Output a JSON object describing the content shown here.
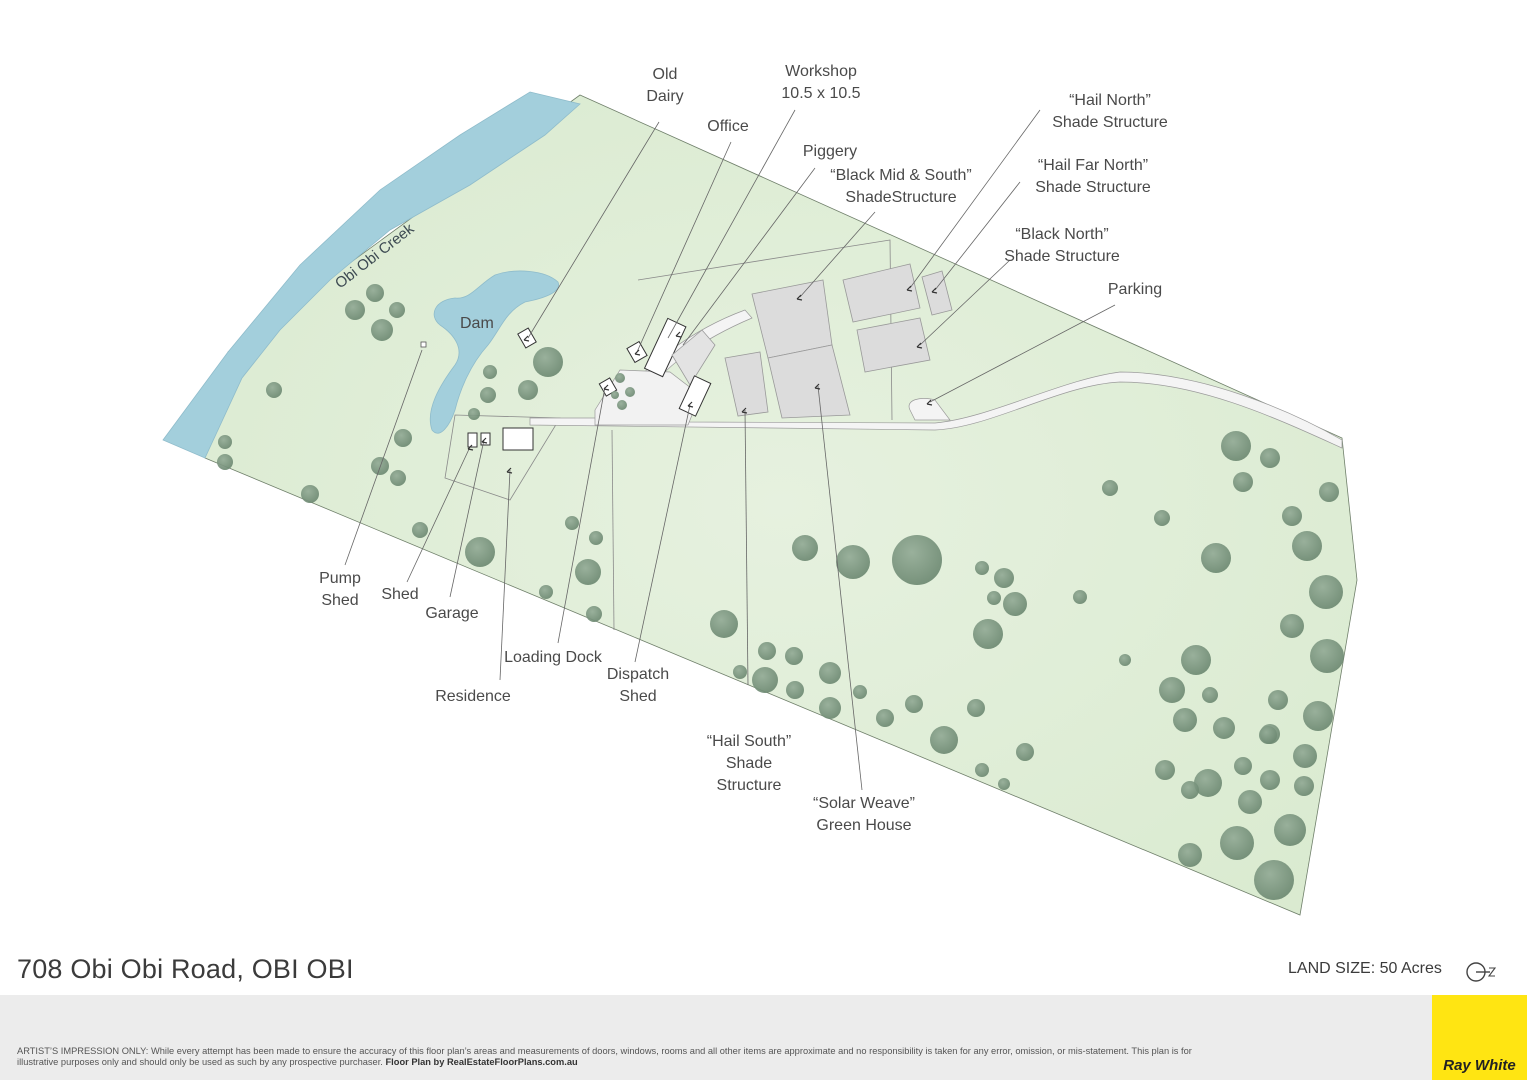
{
  "map": {
    "features": {
      "creek": "Obi Obi Creek",
      "dam": "Dam"
    },
    "labels": [
      {
        "id": "old-dairy",
        "lines": [
          "Old",
          "Dairy"
        ]
      },
      {
        "id": "workshop",
        "lines": [
          "Workshop",
          "10.5 x 10.5"
        ]
      },
      {
        "id": "office",
        "lines": [
          "Office"
        ]
      },
      {
        "id": "piggery",
        "lines": [
          "Piggery"
        ]
      },
      {
        "id": "black-mid-south",
        "lines": [
          "“Black Mid & South”",
          "ShadeStructure"
        ]
      },
      {
        "id": "hail-north",
        "lines": [
          "“Hail North”",
          "Shade Structure"
        ]
      },
      {
        "id": "hail-far-north",
        "lines": [
          "“Hail Far North”",
          "Shade Structure"
        ]
      },
      {
        "id": "black-north",
        "lines": [
          "“Black North”",
          "Shade Structure"
        ]
      },
      {
        "id": "parking",
        "lines": [
          "Parking"
        ]
      },
      {
        "id": "pump-shed",
        "lines": [
          "Pump",
          "Shed"
        ]
      },
      {
        "id": "shed",
        "lines": [
          "Shed"
        ]
      },
      {
        "id": "garage",
        "lines": [
          "Garage"
        ]
      },
      {
        "id": "loading-dock",
        "lines": [
          "Loading Dock"
        ]
      },
      {
        "id": "dispatch-shed",
        "lines": [
          "Dispatch",
          "Shed"
        ]
      },
      {
        "id": "residence",
        "lines": [
          "Residence"
        ]
      },
      {
        "id": "hail-south",
        "lines": [
          "“Hail South”",
          "Shade",
          "Structure"
        ]
      },
      {
        "id": "solar-weave",
        "lines": [
          "“Solar Weave”",
          "Green House"
        ]
      }
    ],
    "colors": {
      "grass": "#e3efdc",
      "water": "#a3cfdc",
      "tree": "#7a9680",
      "building": "#dcdcdc",
      "road": "#f4f4f4"
    }
  },
  "header": {
    "address": "708 Obi Obi Road, OBI OBI",
    "land_size": "LAND SIZE: 50 Acres"
  },
  "footer": {
    "disclaimer": "ARTIST’S IMPRESSION ONLY: While every attempt has been made to ensure the accuracy of this floor plan’s areas and measurements of doors, windows, rooms and all other items are approximate and no responsibility is taken for any error, omission, or mis-statement. This plan is for illustrative purposes only and should only be used as such by any prospective purchaser.",
    "credit": "Floor Plan by RealEstateFloorPlans.com.au",
    "brand": "Ray White"
  }
}
